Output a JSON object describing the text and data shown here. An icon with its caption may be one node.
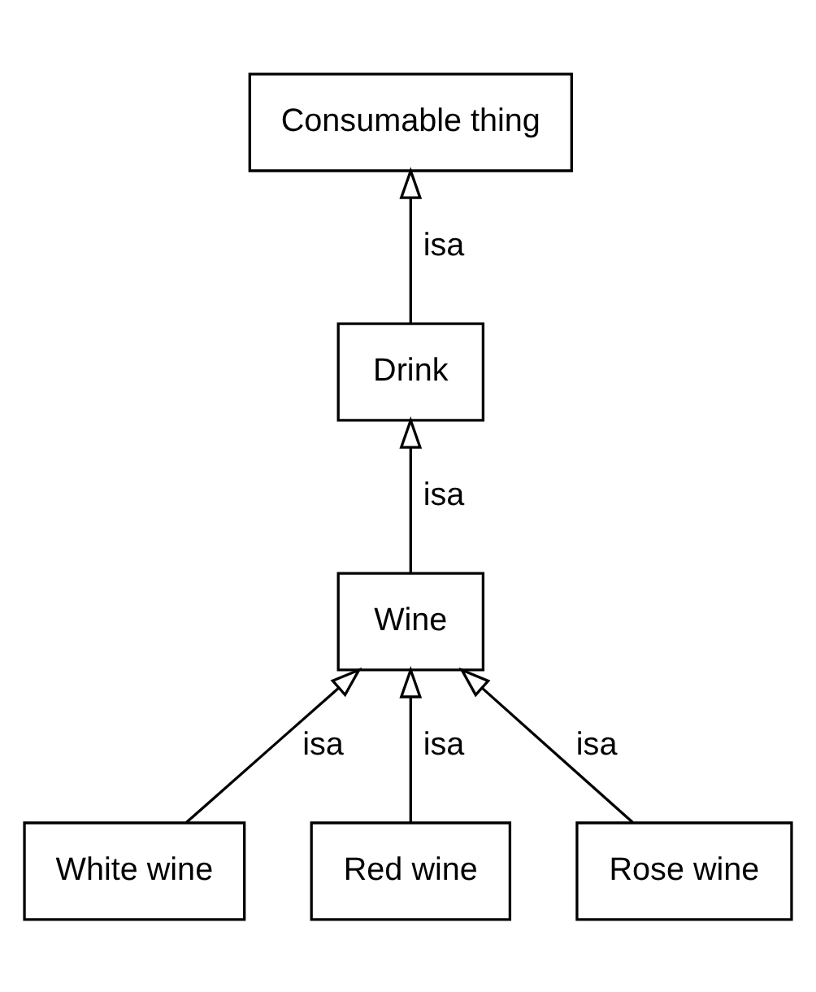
{
  "diagram": {
    "nodes": [
      {
        "text": [
          "Consumable thing"
        ]
      },
      {
        "text": [
          "Drink"
        ]
      },
      {
        "text": [
          "Wine"
        ]
      },
      {
        "text": [
          "White wine"
        ]
      },
      {
        "text": [
          "Red wine"
        ]
      },
      {
        "text": [
          "Rose wine"
        ]
      }
    ],
    "edges": [
      {
        "from": 1,
        "to": 0,
        "arrow": "to",
        "label": "isa"
      },
      {
        "from": 2,
        "to": 1,
        "arrow": "to",
        "label": "isa"
      },
      {
        "from": 3,
        "to": 2,
        "arrow": "to",
        "label": "isa"
      },
      {
        "from": 4,
        "to": 2,
        "arrow": "to",
        "label": "isa"
      },
      {
        "from": 5,
        "to": 2,
        "arrow": "to",
        "label": "isa"
      }
    ]
  }
}
